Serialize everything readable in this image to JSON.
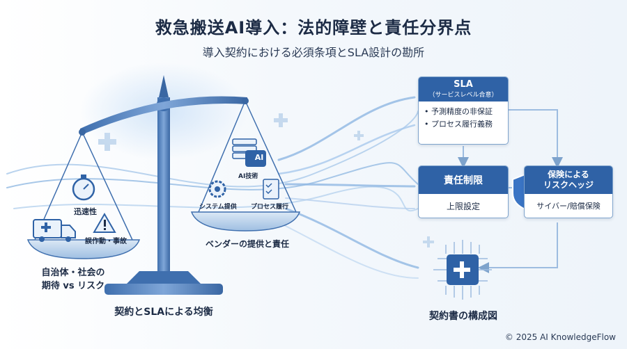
{
  "header": {
    "title": "救急搬送AI導入：法的障壁と責任分界点",
    "subtitle": "導入契約における必須条項とSLA設計の勘所"
  },
  "scale": {
    "left_pan": {
      "item1": "迅速性",
      "item2": "誤作動・事故"
    },
    "left_caption_line1": "自治体・社会の",
    "left_caption_line2": "期待 vs リスク",
    "right_pan": {
      "ai_chip": "AI",
      "ai_label": "AI技術",
      "item1": "システム提供",
      "item2": "プロセス履行"
    },
    "right_caption": "ベンダーの提供と責任",
    "bottom_caption": "契約とSLAによる均衡"
  },
  "contract": {
    "sla": {
      "title": "SLA",
      "subtitle": "（サービスレベル合意）",
      "bullets": [
        "予測精度の非保証",
        "プロセス履行義務"
      ]
    },
    "liability": {
      "title": "責任制限",
      "body": "上限設定"
    },
    "insurance": {
      "title_line1": "保険による",
      "title_line2": "リスクヘッジ",
      "body": "サイバー/賠償保険"
    },
    "caption": "契約書の構成図"
  },
  "footer": {
    "copyright": "© 2025 AI KnowledgeFlow"
  },
  "colors": {
    "primary": "#2f62a6",
    "accent": "#5b8fd6",
    "light": "#cfe0f2"
  }
}
